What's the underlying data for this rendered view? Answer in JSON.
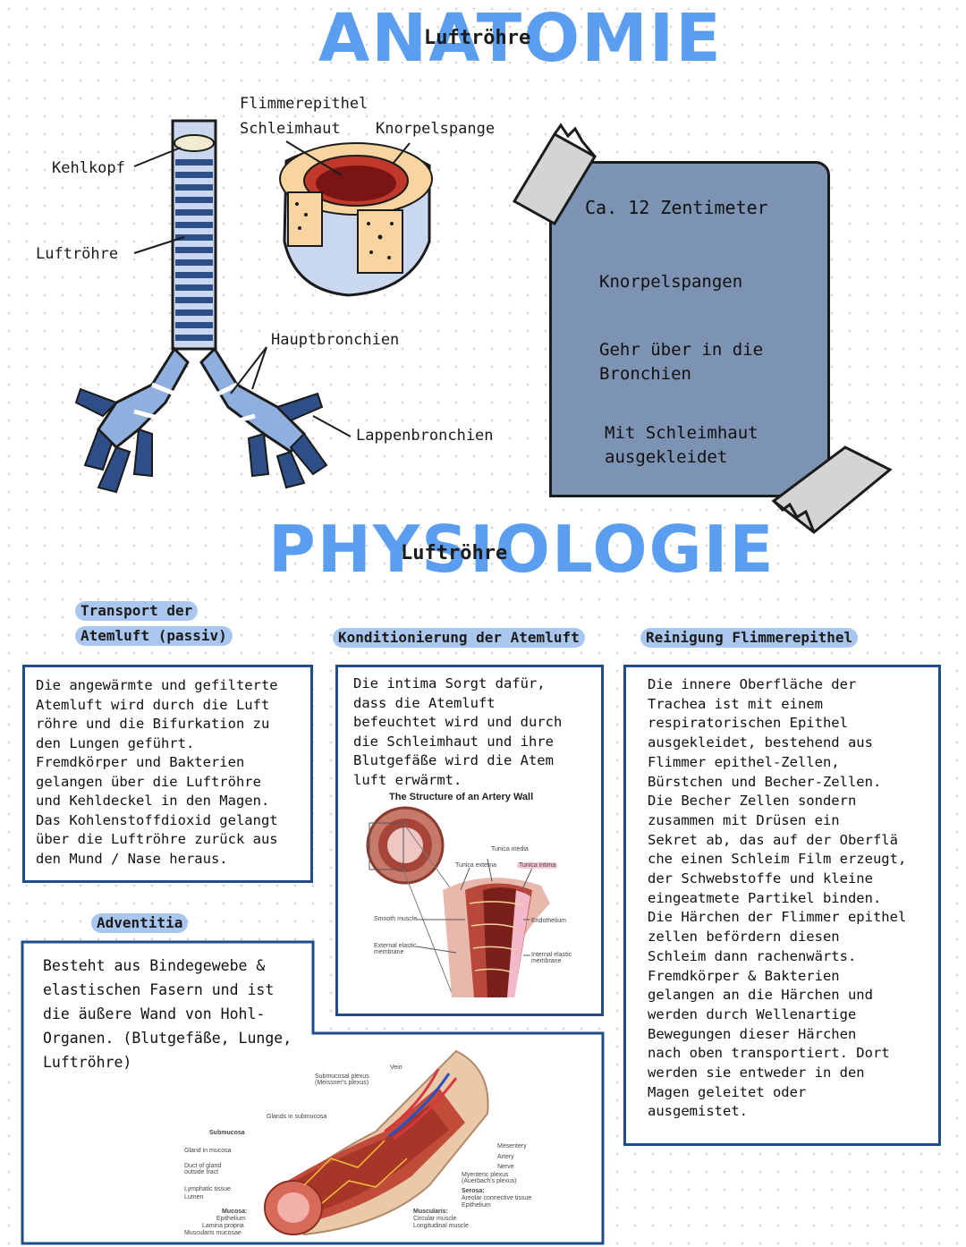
{
  "anatomy": {
    "title": "ANATOMIE",
    "subtitle": "Luftröhre",
    "labels": {
      "kehlkopf": "Kehlkopf",
      "luftroehre": "Luftröhre",
      "flimmerepithel": "Flimmerepithel",
      "schleimhaut": "Schleimhaut",
      "knorpelspange": "Knorpelspange",
      "hauptbronchien": "Hauptbronchien",
      "lappenbronchien": "Lappenbronchien"
    },
    "card": {
      "items": [
        "Ca. 12 Zentimeter",
        "Knorpelspangen",
        "Gehr über in die\nBronchien",
        "Mit Schleimhaut\nausgekleidet"
      ]
    }
  },
  "physiology": {
    "title": "PHYSIOLOGIE",
    "subtitle": "Luftröhre",
    "transport": {
      "heading_line1": "Transport der",
      "heading_line2": "Atemluft (passiv)",
      "text": "Die angewärmte und gefilterte\nAtemluft wird durch die Luft\nröhre und die Bifurkation zu\nden Lungen geführt.\nFremdkörper und Bakterien\ngelangen über die Luftröhre\nund Kehldeckel in den Magen.\nDas Kohlenstoffdioxid gelangt\nüber die Luftröhre zurück aus\nden Mund / Nase heraus."
    },
    "konditionierung": {
      "heading": "Konditionierung der Atemluft",
      "text": "Die intima Sorgt dafür,\ndass die Atemluft\nbefeuchtet wird und durch\ndie Schleimhaut und ihre\nBlutgefäße wird die Atem\nluft erwärmt.",
      "figure": {
        "caption": "The Structure of an Artery Wall",
        "labels": [
          "Tunica media",
          "Tunica externa",
          "Tunica intima",
          "Smooth muscle",
          "Endothelium",
          "External elastic membrane",
          "Internal elastic membrane"
        ]
      }
    },
    "reinigung": {
      "heading": "Reinigung Flimmerepithel",
      "text": "Die innere Oberfläche der\nTrachea ist mit einem\nrespiratorischen Epithel\nausgekleidet, bestehend aus\nFlimmer epithel-Zellen,\nBürstchen und Becher-Zellen.\nDie Becher Zellen sondern\nzusammen mit Drüsen ein\nSekret ab, das auf der Oberflä\nche einen Schleim Film erzeugt,\nder Schwebstoffe und kleine\neingeatmete Partikel binden.\nDie Härchen der Flimmer epithel\nzellen befördern diesen\nSchleim dann rachenwärts.\nFremdkörper & Bakterien\ngelangen an die Härchen und\nwerden durch Wellenartige\nBewegungen dieser Härchen\nnach oben transportiert. Dort\nwerden sie entweder in den\nMagen geleitet oder\nausgemistet."
    },
    "adventitia": {
      "heading": "Adventitia",
      "text": "Besteht aus Bindegewebe &\nelastischen Fasern und ist\ndie äußere Wand von Hohl-\nOrganen. (Blutgefäße, Lunge,\nLuftröhre)",
      "figure": {
        "labels": [
          "Vein",
          "Submucosal plexus (Meissner's plexus)",
          "Glands in submucosa",
          "Submucosa",
          "Gland in mucosa",
          "Duct of gland outside tract",
          "Lymphatic tissue",
          "Lumen",
          "Mucosa:",
          "Epithelium",
          "Lamina propria",
          "Muscularis mucosae",
          "Mesentery",
          "Artery",
          "Nerve",
          "Myenteric plexus (Auerbach's plexus)",
          "Serosa:",
          "Areolar connective tissue",
          "Epithelium",
          "Muscularis:",
          "Circular muscle",
          "Longitudinal muscle"
        ]
      }
    }
  },
  "colors": {
    "title_blue": "#5b9ef0",
    "card_blue": "#7d93b3",
    "box_border": "#1f4e8a",
    "pill_blue": "#a9c7ee"
  }
}
